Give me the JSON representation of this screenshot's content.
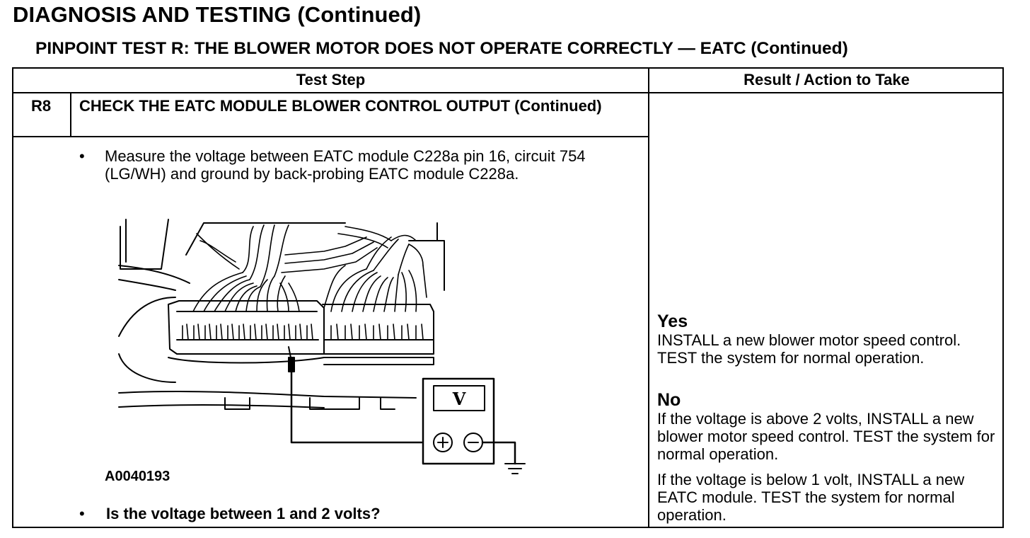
{
  "page": {
    "title": "DIAGNOSIS AND TESTING (Continued)",
    "subtitle": "PINPOINT TEST R: THE BLOWER MOTOR DOES NOT OPERATE CORRECTLY — EATC (Continued)"
  },
  "table": {
    "headers": [
      "Test Step",
      "Result / Action to Take"
    ],
    "step": {
      "id": "R8",
      "title": "CHECK THE EATC MODULE BLOWER CONTROL OUTPUT (Continued)",
      "bullet_symbol": "•",
      "instruction": "Measure the voltage between EATC module C228a pin 16, circuit 754 (LG/WH) and ground by back-probing EATC module C228a.",
      "figure_id": "A0040193",
      "meter_label": "V",
      "question": "Is the voltage between 1 and 2 volts?"
    },
    "results": {
      "yes_label": "Yes",
      "yes_action": "INSTALL a new blower motor speed control. TEST the system for normal operation.",
      "no_label": "No",
      "no_action_1": "If the voltage is above 2 volts, INSTALL a new blower motor speed control. TEST the system for normal operation.",
      "no_action_2": "If the voltage is below 1 volt, INSTALL a new EATC module. TEST the system for normal operation."
    }
  }
}
